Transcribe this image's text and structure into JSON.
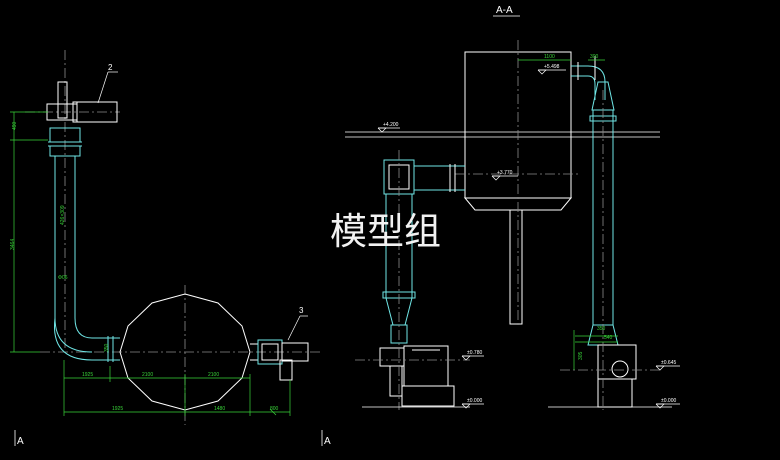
{
  "section_title": "A-A",
  "watermark": "模型组",
  "left_view": {
    "dims": {
      "top_height": "490",
      "total_height": "3464",
      "pipe_size": "426×309",
      "pipe_diameter": "Φ06",
      "elbow_height": "350",
      "h1": "1925",
      "h2": "2100",
      "h3": "2100",
      "b1": "1925",
      "b2": "1480",
      "b3": "800"
    },
    "leaders": {
      "upper": "2",
      "right": "3"
    },
    "section_mark": "A"
  },
  "right_view": {
    "elevations": {
      "e1": "+4.200",
      "e2": "+5.498",
      "e3": "+3.770",
      "e4": "±0.780",
      "e5": "±0.000",
      "e6": "±0.645",
      "e7": "±0.000"
    },
    "dims": {
      "tank_width": "1100",
      "duct_width": "300",
      "r1": "350",
      "r2": "540",
      "r3": "305"
    },
    "section_mark": "A"
  },
  "colors": {
    "background": "#000000",
    "outline": "#ffffff",
    "pipe": "#6fe6e6",
    "dimension": "#38d438",
    "centerline": "#8c8c8c"
  }
}
